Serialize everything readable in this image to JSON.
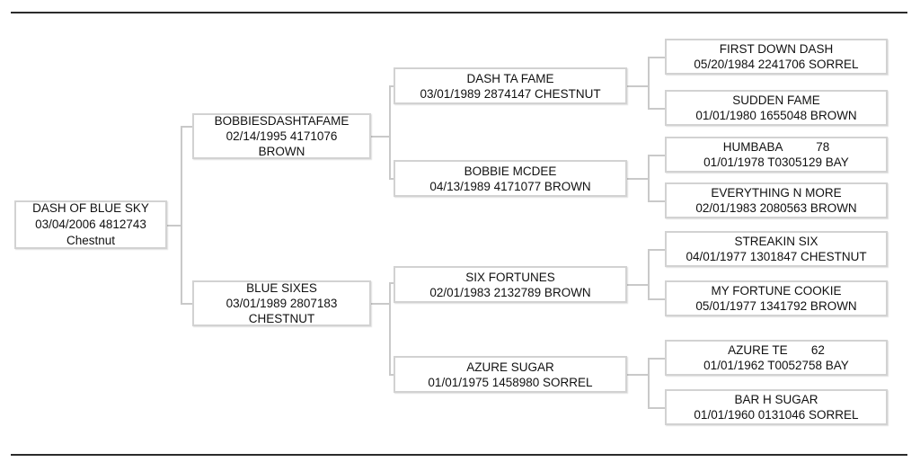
{
  "page": {
    "background_color": "#ffffff",
    "rule_color": "#2b2b2b",
    "connector_color": "#c9c9c9",
    "box_border_color": "#d2d2d2",
    "text_color": "#111111"
  },
  "pedigree": {
    "subject": {
      "name": "DASH OF BLUE SKY",
      "details": "03/04/2006 4812743",
      "coat": "Chestnut"
    },
    "g2": [
      {
        "name": "BOBBIESDASHTAFAME",
        "details": "02/14/1995 4171076",
        "coat": "BROWN"
      },
      {
        "name": "BLUE SIXES",
        "details": "03/01/1989 2807183",
        "coat": "CHESTNUT"
      }
    ],
    "g3": [
      {
        "name": "DASH TA FAME",
        "details": "03/01/1989 2874147 CHESTNUT"
      },
      {
        "name": "BOBBIE MCDEE",
        "details": "04/13/1989 4171077 BROWN"
      },
      {
        "name": "SIX FORTUNES",
        "details": "02/01/1983 2132789 BROWN"
      },
      {
        "name": "AZURE SUGAR",
        "details": "01/01/1975 1458980 SORREL"
      }
    ],
    "g4": [
      {
        "name": "FIRST DOWN DASH",
        "details": "05/20/1984 2241706 SORREL"
      },
      {
        "name": "SUDDEN FAME",
        "details": "01/01/1980 1655048 BROWN"
      },
      {
        "name": "HUMBABA          78",
        "details": "01/01/1978 T0305129 BAY"
      },
      {
        "name": "EVERYTHING N MORE",
        "details": "02/01/1983 2080563 BROWN"
      },
      {
        "name": "STREAKIN SIX",
        "details": "04/01/1977 1301847 CHESTNUT"
      },
      {
        "name": "MY FORTUNE COOKIE",
        "details": "05/01/1977 1341792 BROWN"
      },
      {
        "name": "AZURE TE       62",
        "details": "01/01/1962 T0052758 BAY"
      },
      {
        "name": "BAR H SUGAR",
        "details": "01/01/1960 0131046 SORREL"
      }
    ]
  }
}
